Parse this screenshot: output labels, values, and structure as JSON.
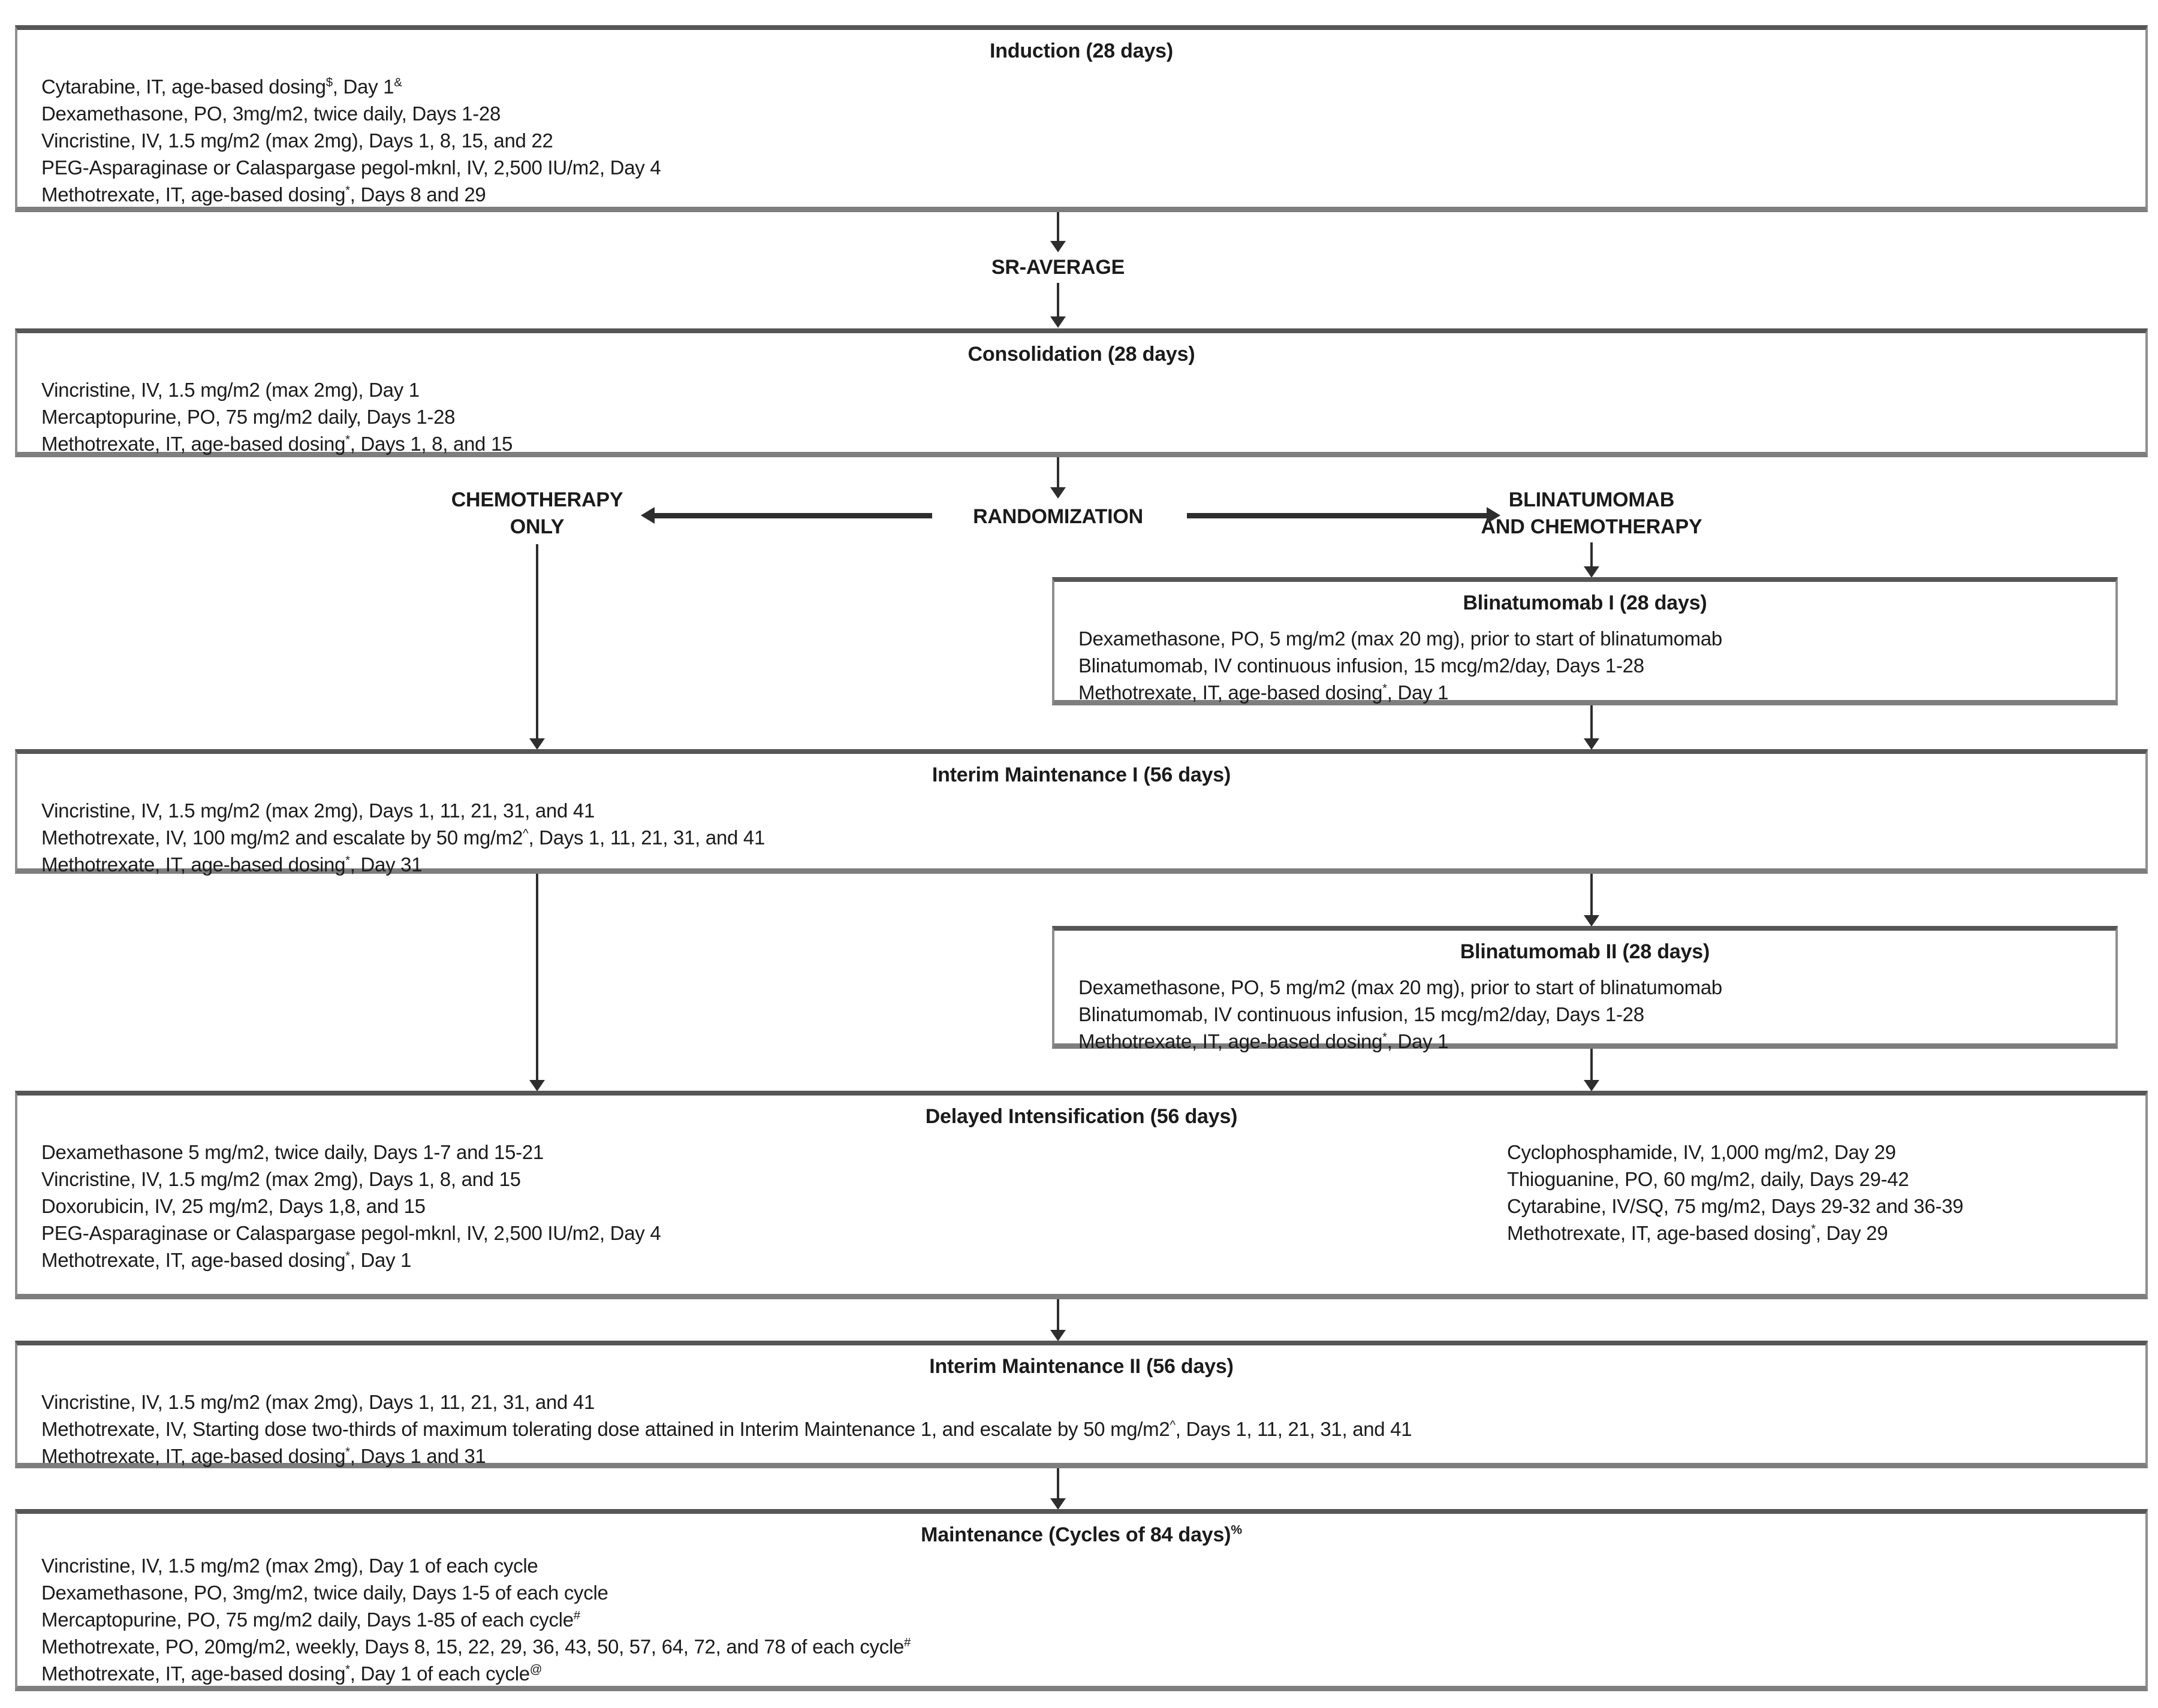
{
  "colors": {
    "border_dark": "#565656",
    "border_mid": "#8f8f8f",
    "line": "#2e2e2e",
    "text": "#1b1b1b",
    "background": "#ffffff"
  },
  "labels": {
    "sr_average": "SR-AVERAGE",
    "randomization": "RANDOMIZATION",
    "chemotherapy_only_line1": "CHEMOTHERAPY",
    "chemotherapy_only_line2": "ONLY",
    "blinatumomab_chemo_line1": "BLINATUMOMAB",
    "blinatumomab_chemo_line2": "AND CHEMOTHERAPY"
  },
  "boxes": {
    "induction": {
      "title": "Induction (28 days)",
      "lines": [
        "Cytarabine, IT, age-based dosing^{$}, Day 1^{&}",
        "Dexamethasone, PO, 3mg/m2, twice daily, Days 1-28",
        "Vincristine, IV, 1.5 mg/m2 (max 2mg), Days 1, 8, 15, and 22",
        "PEG-Asparaginase or Calaspargase pegol-mknl, IV, 2,500 IU/m2, Day 4",
        "Methotrexate, IT, age-based dosing^{*}, Days 8 and 29"
      ]
    },
    "consolidation": {
      "title": "Consolidation  (28 days)",
      "lines": [
        "Vincristine, IV, 1.5 mg/m2 (max 2mg), Day 1",
        "Mercaptopurine, PO, 75 mg/m2 daily, Days 1-28",
        "Methotrexate, IT, age-based dosing^{*}, Days 1, 8, and 15"
      ]
    },
    "blinatumomab1": {
      "title": "Blinatumomab I  (28 days)",
      "lines": [
        "Dexamethasone, PO, 5 mg/m2 (max 20 mg), prior to start of blinatumomab",
        "Blinatumomab, IV continuous infusion, 15 mcg/m2/day, Days 1-28",
        "Methotrexate, IT, age-based dosing^{*}, Day 1"
      ]
    },
    "interim1": {
      "title": "Interim Maintenance I  (56 days)",
      "lines": [
        "Vincristine, IV, 1.5 mg/m2 (max 2mg), Days 1, 11, 21, 31, and 41",
        "Methotrexate, IV, 100 mg/m2 and escalate by 50 mg/m2^{^}, Days 1, 11, 21, 31, and 41",
        "Methotrexate, IT, age-based dosing^{*}, Day 31"
      ]
    },
    "blinatumomab2": {
      "title": "Blinatumomab II  (28 days)",
      "lines": [
        "Dexamethasone, PO, 5 mg/m2 (max 20 mg), prior to start of blinatumomab",
        "Blinatumomab, IV continuous infusion, 15 mcg/m2/day, Days 1-28",
        "Methotrexate, IT, age-based dosing^{*}, Day 1"
      ]
    },
    "delayed": {
      "title": "Delayed Intensification (56 days)",
      "left_lines": [
        "Dexamethasone 5 mg/m2, twice daily, Days 1-7 and 15-21",
        "Vincristine, IV, 1.5 mg/m2 (max 2mg), Days 1, 8, and 15",
        "Doxorubicin, IV, 25 mg/m2, Days 1,8, and 15",
        "PEG-Asparaginase or Calaspargase pegol-mknl, IV, 2,500 IU/m2, Day 4",
        "Methotrexate, IT, age-based dosing^{*}, Day 1"
      ],
      "right_lines": [
        "Cyclophosphamide, IV, 1,000 mg/m2, Day 29",
        "Thioguanine, PO, 60 mg/m2, daily, Days 29-42",
        "Cytarabine, IV/SQ, 75 mg/m2, Days 29-32 and 36-39",
        "Methotrexate, IT, age-based dosing^{*}, Day 29"
      ]
    },
    "interim2": {
      "title": "Interim Maintenance II  (56 days)",
      "lines": [
        "Vincristine, IV, 1.5 mg/m2 (max 2mg), Days 1, 11, 21, 31, and 41",
        "Methotrexate, IV, Starting dose two-thirds of maximum tolerating dose attained in Interim Maintenance 1, and escalate by 50 mg/m2^{^}, Days 1, 11, 21, 31, and 41",
        "Methotrexate, IT, age-based dosing^{*}, Days 1 and 31"
      ]
    },
    "maintenance": {
      "title": "Maintenance (Cycles of 84 days)^{%}",
      "lines": [
        "Vincristine, IV, 1.5 mg/m2 (max 2mg), Day 1 of each cycle",
        "Dexamethasone, PO, 3mg/m2, twice daily, Days 1-5 of each cycle",
        "Mercaptopurine, PO, 75 mg/m2 daily, Days 1-85 of each cycle^{#}",
        "Methotrexate, PO, 20mg/m2, weekly, Days 8, 15, 22, 29, 36, 43, 50, 57, 64, 72, and 78 of each cycle^{#}",
        "Methotrexate, IT, age-based dosing^{*}, Day 1 of each cycle^{@}"
      ]
    }
  }
}
